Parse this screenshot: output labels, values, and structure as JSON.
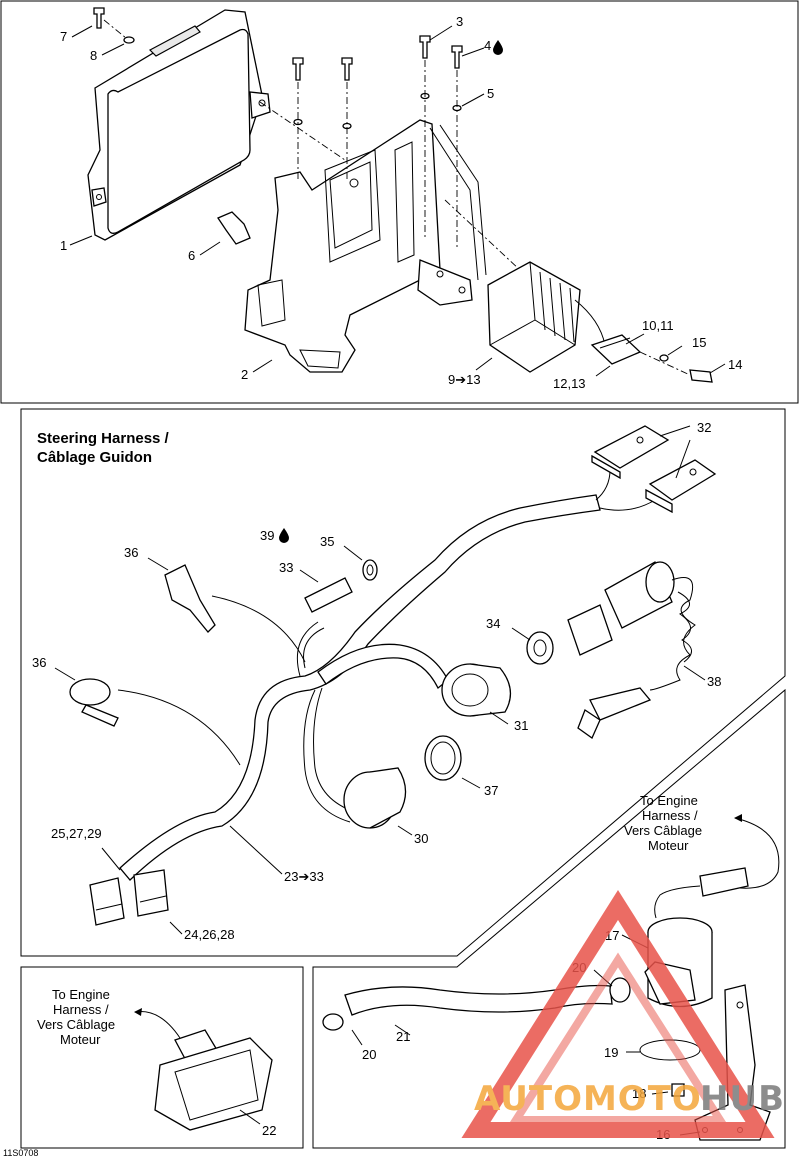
{
  "colors": {
    "line": "#000000",
    "watermark_red": "#e8534a",
    "watermark_orange": "#f4a63a",
    "watermark_gray": "#7a7a7a"
  },
  "top_panel": {
    "callouts": [
      "1",
      "2",
      "3",
      "4",
      "5",
      "6",
      "7",
      "8",
      "9➔13",
      "10,11",
      "12,13",
      "14",
      "15"
    ]
  },
  "steering_panel": {
    "title_line1": "Steering Harness /",
    "title_line2": "Câblage Guidon",
    "callouts": [
      "23➔33",
      "24,26,28",
      "25,27,29",
      "30",
      "31",
      "32",
      "33",
      "34",
      "35",
      "36",
      "36",
      "37",
      "38",
      "39"
    ]
  },
  "connector_panel": {
    "note_line1": "To Engine",
    "note_line2": "Harness /",
    "note_line3": "Vers Câblage",
    "note_line4": "Moteur",
    "callouts": [
      "22"
    ]
  },
  "pump_panel": {
    "note_line1": "To Engine",
    "note_line2": "Harness /",
    "note_line3": "Vers Câblage",
    "note_line4": "Moteur",
    "callouts": [
      "16",
      "17",
      "18",
      "19",
      "20",
      "20",
      "21"
    ]
  },
  "figure_code": "11S0708",
  "watermark": {
    "text_part1": "AUTOMOTO",
    "text_part2": "HUB"
  },
  "icons": [
    "oil-drop-icon",
    "arrow-icon"
  ]
}
